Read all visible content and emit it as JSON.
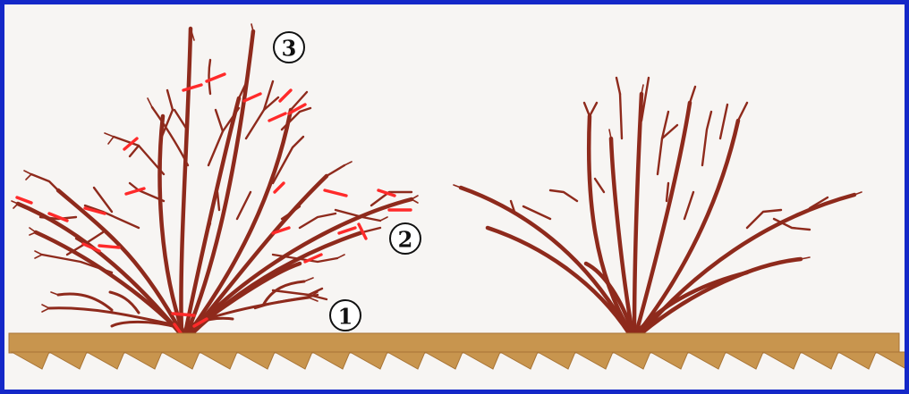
{
  "figure": {
    "colors": {
      "frame": "#1428c8",
      "background": "#f7f5f3",
      "branch": "#8e2a1c",
      "cut_mark": "#ff2a2a",
      "soil": "#c8954e",
      "soil_edge": "#a87435"
    },
    "panels": [
      {
        "description_name": "before-pruning",
        "has_cut_marks": true
      },
      {
        "description_name": "after-pruning",
        "has_cut_marks": false
      }
    ],
    "markers": [
      {
        "id": "marker-1",
        "label": "1"
      },
      {
        "id": "marker-2",
        "label": "2"
      },
      {
        "id": "marker-3",
        "label": "3"
      }
    ]
  }
}
